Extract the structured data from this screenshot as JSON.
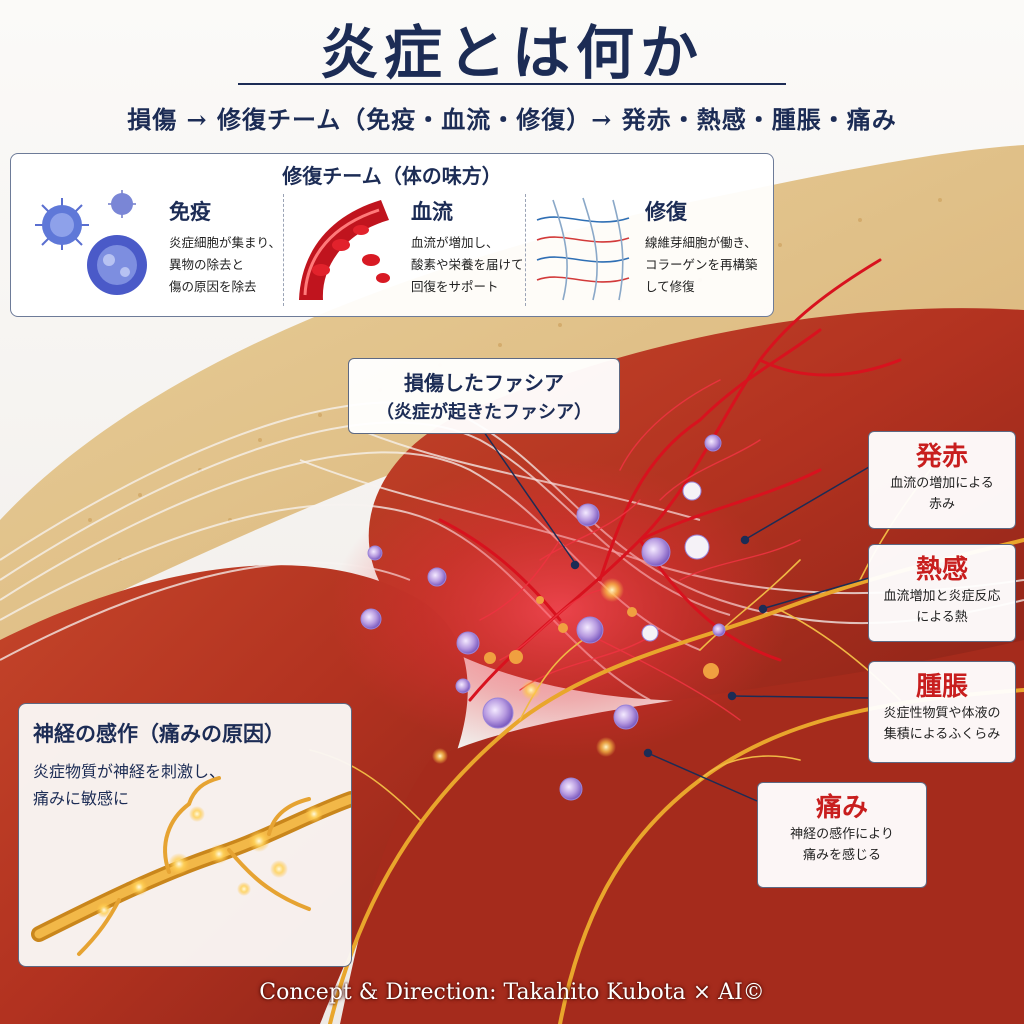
{
  "title": "炎症とは何か",
  "subtitle": "損傷 → 修復チーム（免疫・血流・修復）→ 発赤・熱感・腫脹・痛み",
  "repair_team": {
    "title": "修復チーム（体の味方）",
    "items": [
      {
        "name": "免疫",
        "lines": [
          "炎症細胞が集まり、",
          "異物の除去と",
          "傷の原因を除去"
        ],
        "icon": "immune-cells-icon"
      },
      {
        "name": "血流",
        "lines": [
          "血流が増加し、",
          "酸素や栄養を届けて",
          "回復をサポート"
        ],
        "icon": "blood-vessel-icon"
      },
      {
        "name": "修復",
        "lines": [
          "線維芽細胞が働き、",
          "コラーゲンを再構築",
          "して修復"
        ],
        "icon": "collagen-fibers-icon"
      }
    ]
  },
  "damaged_fascia": {
    "line1": "損傷したファシア",
    "line2": "（炎症が起きたファシア）"
  },
  "symptoms": [
    {
      "title": "発赤",
      "lines": [
        "血流の増加による",
        "赤み"
      ]
    },
    {
      "title": "熱感",
      "lines": [
        "血流増加と炎症反応",
        "による熱"
      ]
    },
    {
      "title": "腫脹",
      "lines": [
        "炎症性物質や体液の",
        "集積によるふくらみ"
      ]
    },
    {
      "title": "痛み",
      "lines": [
        "神経の感作により",
        "痛みを感じる"
      ]
    }
  ],
  "nerve": {
    "title": "神経の感作（痛みの原因）",
    "lines": [
      "炎症物質が神経を刺激し、",
      "痛みに敏感に"
    ]
  },
  "credit": "Concept & Direction: Takahito Kubota × AI©",
  "colors": {
    "navy": "#1c2c55",
    "red_heading": "#c81e1e",
    "muscle": "#b8371f",
    "nerve": "#e8a62a"
  }
}
